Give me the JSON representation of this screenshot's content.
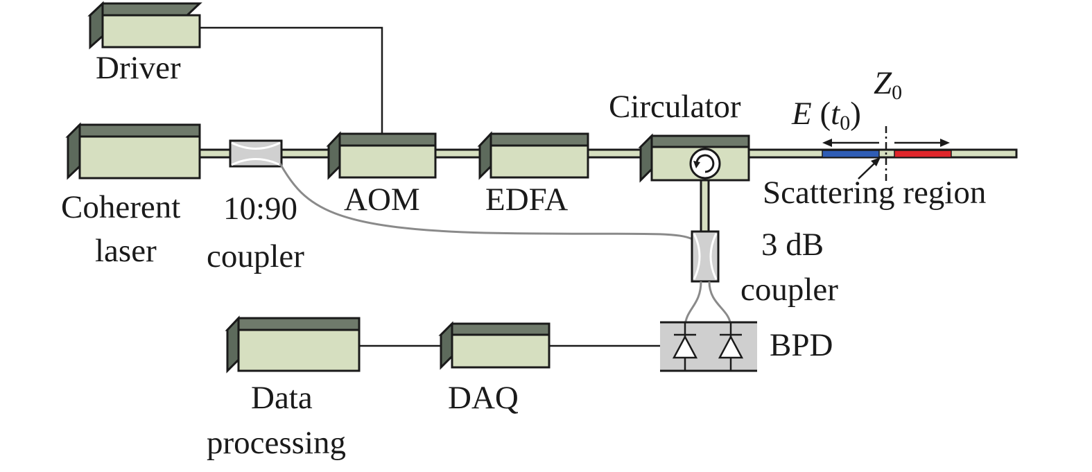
{
  "labels": {
    "driver": "Driver",
    "coherent_laser_line1": "Coherent",
    "coherent_laser_line2": "laser",
    "coupler_1090_line1": "10:90",
    "coupler_1090_line2": "coupler",
    "aom": "AOM",
    "edfa": "EDFA",
    "circulator": "Circulator",
    "e_t0_E": "E",
    "e_t0_open": " (",
    "e_t0_t": "t",
    "e_t0_sub": "0",
    "e_t0_close": ")",
    "z0_Z": "Z",
    "z0_sub": "0",
    "scattering_region": "Scattering region",
    "coupler_3db_line1": "3 dB",
    "coupler_3db_line2": "coupler",
    "bpd": "BPD",
    "daq": "DAQ",
    "data_processing_line1": "Data",
    "data_processing_line2": "processing"
  },
  "colors": {
    "box_front": "#d6dfc0",
    "box_dark": "#5d6a5c",
    "scatter_blue": "#2f5db5",
    "scatter_red": "#e0262b",
    "coupler_gray": "#d0d0d0",
    "bpd_gray": "#cfcfcf"
  }
}
